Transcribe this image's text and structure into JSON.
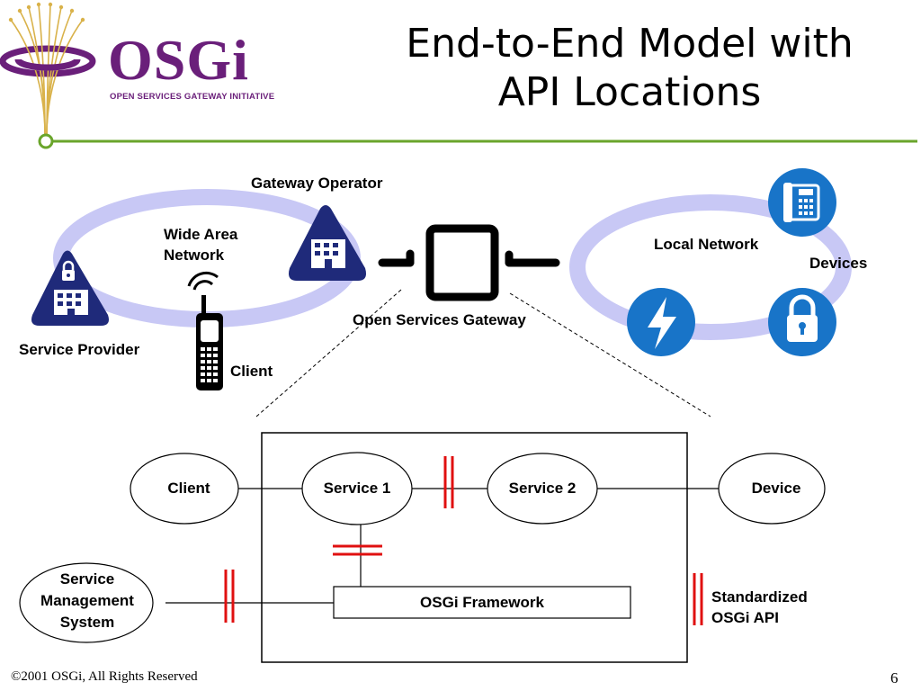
{
  "slide": {
    "title_line1": "End-to-End Model with",
    "title_line2": "API Locations",
    "footer": "©2001 OSGi, All Rights Reserved",
    "page_number": "6"
  },
  "logo": {
    "name": "OSGi",
    "tagline": "OPEN SERVICES GATEWAY INITIATIVE"
  },
  "top_diagram": {
    "gateway_operator": "Gateway Operator",
    "wide_area_network_line1": "Wide Area",
    "wide_area_network_line2": "Network",
    "service_provider": "Service Provider",
    "client": "Client",
    "open_services_gateway": "Open Services Gateway",
    "local_network": "Local Network",
    "devices": "Devices"
  },
  "bottom_diagram": {
    "client": "Client",
    "service1": "Service 1",
    "service2": "Service 2",
    "device": "Device",
    "sms_line1": "Service",
    "sms_line2": "Management",
    "sms_line3": "System",
    "framework": "OSGi Framework",
    "legend_line1": "Standardized",
    "legend_line2": "OSGi API"
  },
  "colors": {
    "logo_purple": "#6a1f7a",
    "divider_green": "#6aa52b",
    "network_ring": "#c8c8f5",
    "building_navy": "#1f2a7a",
    "device_blue": "#1874c8",
    "api_red": "#e01010"
  }
}
